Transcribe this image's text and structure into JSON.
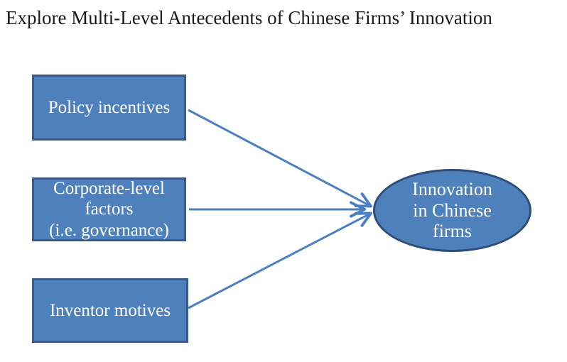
{
  "title": "Explore Multi-Level Antecedents of Chinese Firms’ Innovation",
  "diagram": {
    "nodes": [
      {
        "id": "policy",
        "shape": "rectangle",
        "label": "Policy incentives"
      },
      {
        "id": "corporate",
        "shape": "rectangle",
        "label": "Corporate-level\nfactors\n(i.e. governance)"
      },
      {
        "id": "inventor",
        "shape": "rectangle",
        "label": "Inventor motives"
      },
      {
        "id": "innovation",
        "shape": "ellipse",
        "label": "Innovation\nin Chinese\nfirms"
      }
    ],
    "edges": [
      {
        "from": "policy",
        "to": "innovation"
      },
      {
        "from": "corporate",
        "to": "innovation"
      },
      {
        "from": "inventor",
        "to": "innovation"
      }
    ]
  },
  "colors": {
    "background": "#ffffff",
    "title_text": "#1a1a1a",
    "node_fill": "#4e80bc",
    "rect_border": "#38598c",
    "ellipse_border": "#2e4d78",
    "node_text": "#ffffff",
    "arrow": "#4c7fc0"
  }
}
